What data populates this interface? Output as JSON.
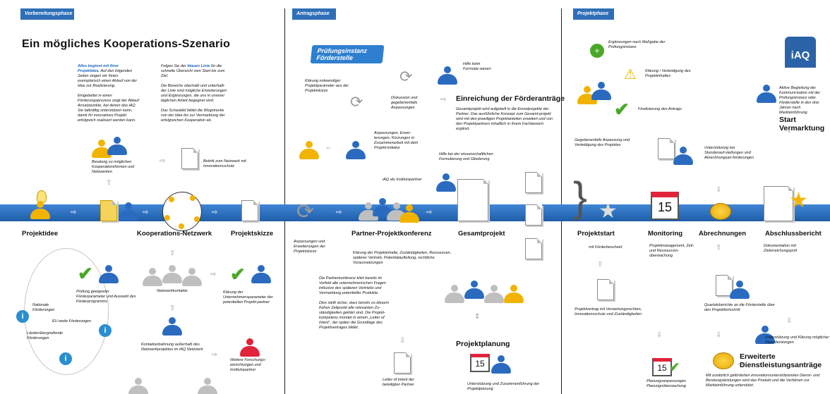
{
  "phases": [
    "Vorbereitungsphase",
    "Antragsphase",
    "Projektphase"
  ],
  "title": "Ein mögliches Kooperations-Szenario",
  "logo": "iAQ",
  "intro": {
    "col1_lead": "Alles beginnt mit Ihrer Projektidee.",
    "col1_a": "Auf den folgenden Seiten zeigen wir Ihnen exemplarisch einen Ablauf von der Idee zur Realisierung.",
    "col1_b": "Eingebettet in einen Förderungsprozess zeigt der Ablauf Ansatzpunkte, bei denen das iAQ Sie tatkräftig unterstützen kann, damit Ihr innovatives Projekt erfolgreich realisiert werden kann.",
    "col2_a_pre": "Folgen Sie der",
    "col2_a_link": "blauen Linie",
    "col2_a_post": "für die schnelle Übersicht vom Start bis zum Ziel.",
    "col2_b": "Die Bereiche oberhalb und unterhalb der Linie sind mögliche Erweiterungen und Ergänzungen, die uns in unserer täglichen Arbeit begegnet sind.",
    "col2_c": "Das Schaubild bildet die Wegstrecke von der Idee bis zur Vermarktung der erfolgreichen Kooperation ab."
  },
  "stages": {
    "projektidee": "Projektidee",
    "netzwerk": "Kooperations-Netzwerk",
    "skizze": "Projektskizze",
    "konferenz": "Partner-Projektkonferenz",
    "gesamtprojekt": "Gesamtprojekt",
    "projektstart": "Projektstart",
    "monitoring": "Monitoring",
    "abrechnungen": "Abrechnungen",
    "abschlussbericht": "Abschlussbericht"
  },
  "headings": {
    "einreichung": "Einreichung der Förderanträge",
    "projektplanung": "Projektplanung",
    "start_vermarktung": "Start Vermarktung",
    "erweiterte": "Erweiterte Dienstleistungsanträge"
  },
  "badge": "Prüfungsinstanz Förderstelle",
  "calendar_day": "15",
  "notes": {
    "beratung": "Beratung zu möglichen Kooperationsformen und Netzwerken",
    "beitritt": "Beitritt zum Netzwerk mit Innovationsschutz",
    "klaerung_param": "Klärung notwendiger Projektparameter aus der Projektskizze",
    "diskussion": "Diskussion und gegebenenfalls Anpassungen",
    "hilfe_formular": "Hilfe beim Formular-wesen",
    "anpassungen_erw": "Anpassungen, Erwei-terungen, Kürzungen in Zusammenarbeit mit dem Projekt-initiator",
    "gesamtprojekt_text": "Gesamtprojekt wird aufgeteilt in die Einzelprojekte der Partner. Das ausführliche Konzept zum Gesamt-projekt wird mit den jeweiligen Projektanteilen erweitert und von den Projektpartnern inhaltlich in ihrem Fachbereich ergänzt.",
    "hilfe_wiss": "Hilfe bei der wissenschaftlichen Formulierung und Gliederung",
    "iaq_partner": "iAQ als Institutspartner",
    "anpassungen_erw2": "Anpassungen und Erweiterungen der Projektskizze",
    "klaerung_inhalte": "Klärung der Projektinhalte, Zuständigkeiten, Ressourcen, späterer Vertrieb, Potentialaufteilung, rechtliche Voraussetzungen",
    "partnerkonferenz_a": "Die Partnerkonferenz klärt bereits im Vorfeld alle unternehmerischen Fragen inklusive des späteren Vertriebs und Vermarktung potentieller Produkte.",
    "partnerkonferenz_b": "Dies stellt sicher, dass bereits zu diesem frühen Zeitpunkt alle relevanten Zu-ständigkeiten geklärt sind. Die Projekt-kompetenz mündet in einem „Letter of Intent“, der später die Grundlage des Projektvertrages bildet.",
    "letter": "Letter of Intent der beteiligten Partner",
    "unterstuetzung_planung": "Unterstützung und Zusammenführung der Projektplanung",
    "ergaenzungen": "Ergänzungen nach Maßgabe der Prüfungsinstanz",
    "klaerung_verteidigung": "Klärung / Verteidigung des Projektinhaltes",
    "finalisierung": "Finalisierung des Antrags",
    "gegebenenfalls": "Gegebenenfalls Anpassung und Verteidigung des Projektes",
    "foerderbescheid": "mit Förderbescheid",
    "projektvertrag": "Projektvertrag mit Verwertungsrechten, Innovationsschutz und Zuständigkeiten",
    "monitoring_text": "Projektmanagement, Zeit- und Ressourcen-überwachung",
    "unterstuetzung_stunden": "Unterstützung bei Stundenauf-stellungen und Abrechnungsan-forderungen",
    "quartal": "Quartalsberichte an die Förderstelle über den Projektfortschritt",
    "planungsanpassungen": "Planungsanpassungen Planungsüberwachung",
    "doku": "Dokumentation mit Zielerreichungsprüf",
    "aktive": "Aktive Begleitung der Kommuni-kation mit der Prüfungsinstanz oder Förderstelle in den drei Jahren nach Markteinführung",
    "unterstuetzung_klaerung": "Unterstützung und Klärung möglicher Dienstleistungen",
    "zusaetzlich": "Mit zusätzlich geförderten innovationsunterstützenden Dienst- und Beratungsleistungen wird das Produkt und die Verfahren zur Markteinführung unterstützt.",
    "pruefung": "Prüfung geeigneter Förderparameter und Auswahl des Förderprogramms",
    "nationale": "Nationale Förderungen",
    "eu": "EU weite Förderungen",
    "laender": "Länderübergreifende Förderungen",
    "netzwerkkontakte": "Netzwerkkontakte",
    "klaerung_unternehmer": "Klärung der Unternehmensparameter der potentiellen Projekt-partner",
    "kontaktanbahnung": "Kontaktanbahnung außerhalb des Netzwerkprojektes im iAQ Netzwerk",
    "weitere": "Weitere Forschungs-einrichtungen und Institutspartner"
  },
  "colors": {
    "band": "#2f6fb8",
    "accent_yellow": "#f2b300",
    "check_green": "#4aa829",
    "red": "#e0243b"
  }
}
